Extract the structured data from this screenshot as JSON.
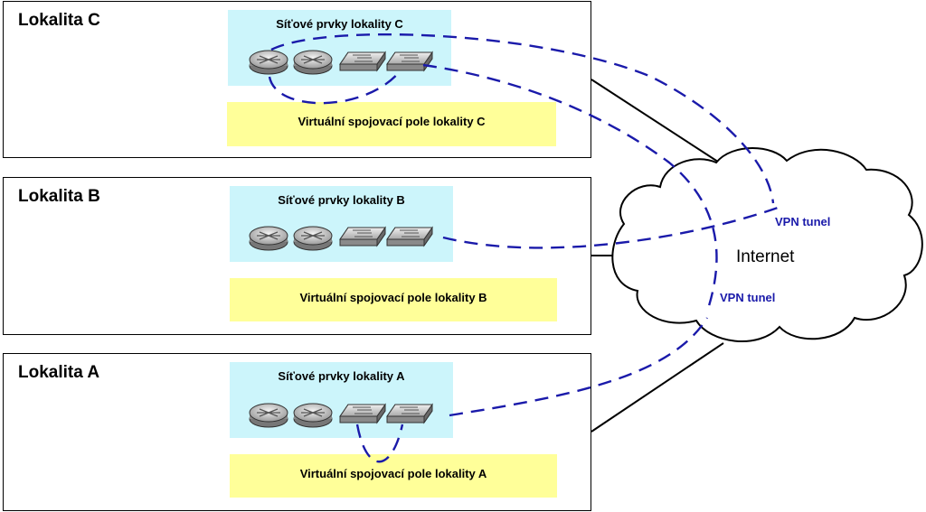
{
  "internet_label": "Internet",
  "vpn_labels": [
    "VPN tunel",
    "VPN tunel"
  ],
  "colors": {
    "network_box": "#ccf5fb",
    "switching_box": "#ffff99",
    "vpn_line": "#1a1aaa",
    "vpn_text": "#1a1aaa"
  },
  "sites": {
    "c": {
      "title": "Lokalita C",
      "network_title": "Síťové prvky lokality C",
      "switching_label": "Virtuální spojovací pole lokality C",
      "devices": [
        "router-icon",
        "router-icon",
        "switch-icon",
        "switch-icon"
      ]
    },
    "b": {
      "title": "Lokalita B",
      "network_title": "Síťové prvky lokality B",
      "switching_label": "Virtuální spojovací pole lokality B",
      "devices": [
        "router-icon",
        "router-icon",
        "switch-icon",
        "switch-icon"
      ]
    },
    "a": {
      "title": "Lokalita A",
      "network_title": "Síťové prvky lokality A",
      "switching_label": "Virtuální spojovací pole lokality A",
      "devices": [
        "router-icon",
        "router-icon",
        "switch-icon",
        "switch-icon"
      ]
    }
  }
}
